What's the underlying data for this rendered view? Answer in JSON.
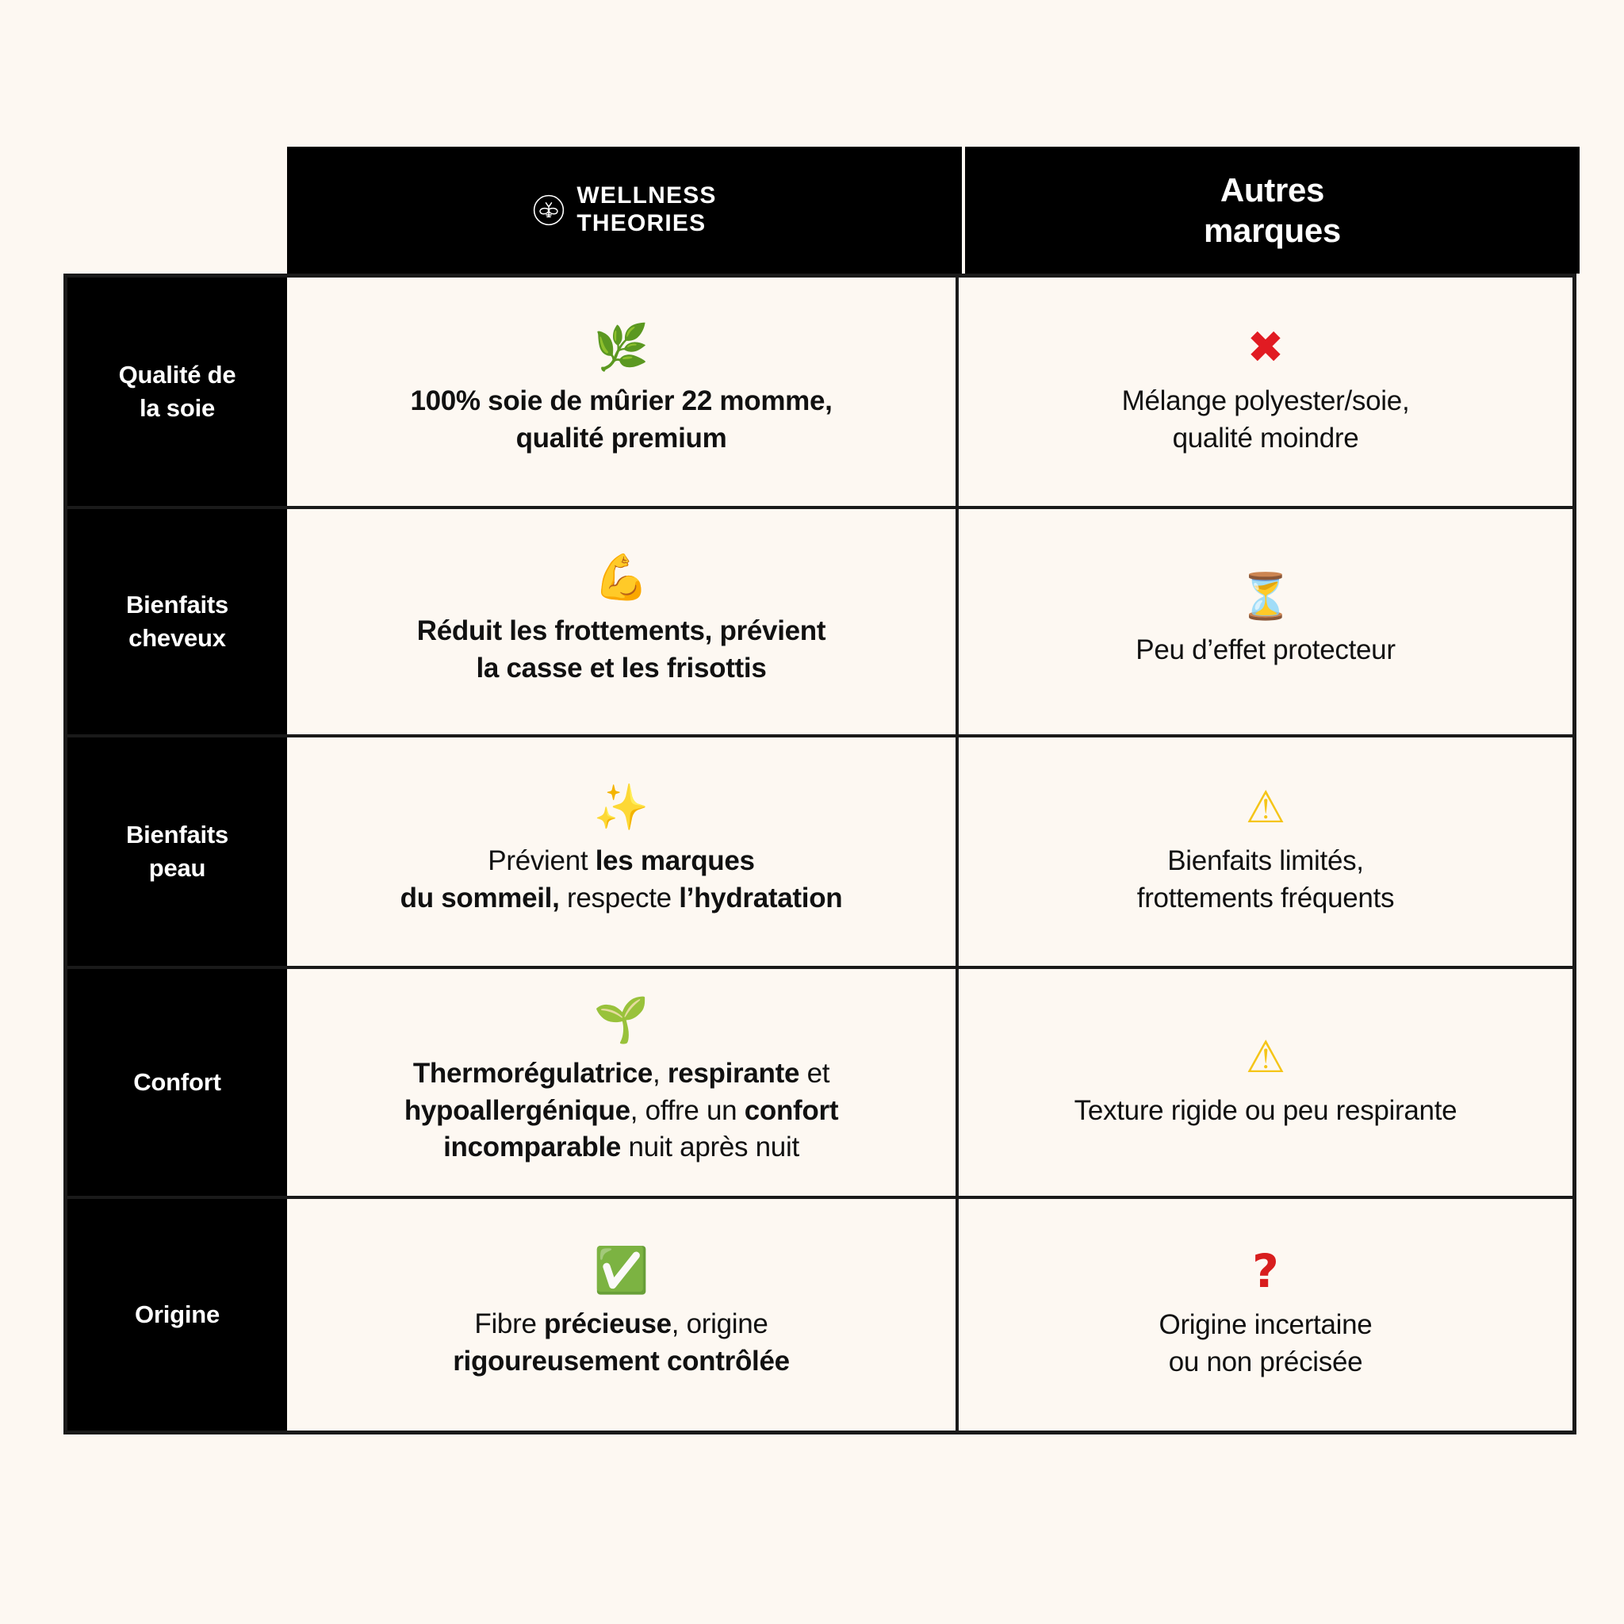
{
  "page": {
    "background_color": "#FDF8F2",
    "accent_black": "#000000",
    "border_color": "#1A1A1A",
    "text_color": "#111111",
    "red": "#E11B22",
    "amber": "#F5C518",
    "green": "#22A139"
  },
  "header": {
    "spacer_label": "",
    "brand": {
      "logo_icon": "bee-circle-logo-icon",
      "name": "WELLNESS\nTHEORIES"
    },
    "competitor": {
      "label": "Autres\nmarques"
    }
  },
  "rows": [
    {
      "label": "Qualité de\nla soie",
      "brand": {
        "icon": "🌿",
        "icon_name": "herb-leaf-icon",
        "text_html": "100% soie de mûrier 22 momme,<br>qualité premium",
        "text_plain": "100% soie de mûrier 22 momme, qualité premium",
        "weight": "bold"
      },
      "competitor": {
        "icon": "✖",
        "icon_name": "red-cross-mark-icon",
        "icon_style": "glyph-x",
        "text_html": "Mélange polyester/soie,<br>qualité moindre",
        "text_plain": "Mélange polyester/soie, qualité moindre",
        "weight": "regular"
      }
    },
    {
      "label": "Bienfaits\ncheveux",
      "brand": {
        "icon": "💪",
        "icon_name": "flexed-biceps-icon",
        "text_html": "Réduit les frottements, prévient<br>la casse et les frisottis",
        "text_plain": "Réduit les frottements, prévient la casse et les frisottis",
        "weight": "bold"
      },
      "competitor": {
        "icon": "⏳",
        "icon_name": "hourglass-icon",
        "icon_style": "",
        "text_html": "Peu d’effet protecteur",
        "text_plain": "Peu d’effet protecteur",
        "weight": "regular"
      }
    },
    {
      "label": "Bienfaits\npeau",
      "brand": {
        "icon": "✨",
        "icon_name": "sparkles-icon",
        "text_html": "Prévient <b>les marques</b><br><b>du sommeil,</b> respecte <b>l’hydratation</b>",
        "text_plain": "Prévient les marques du sommeil, respecte l’hydratation",
        "weight": "mixed"
      },
      "competitor": {
        "icon": "⚠",
        "icon_name": "warning-triangle-icon",
        "icon_style": "glyph-warn",
        "text_html": "Bienfaits limités,<br>frottements fréquents",
        "text_plain": "Bienfaits limités, frottements fréquents",
        "weight": "regular"
      }
    },
    {
      "label": "Confort",
      "brand": {
        "icon": "🌱",
        "icon_name": "seedling-icon",
        "text_html": "<b>Thermorégulatrice</b>, <b>respirante</b> et<br><b>hypoallergénique</b>, offre un <b>confort</b><br><b>incomparable</b> nuit après nuit",
        "text_plain": "Thermorégulatrice, respirante et hypoallergénique, offre un confort incomparable nuit après nuit",
        "weight": "mixed"
      },
      "competitor": {
        "icon": "⚠",
        "icon_name": "warning-triangle-icon",
        "icon_style": "glyph-warn",
        "text_html": "Texture rigide ou peu respirante",
        "text_plain": "Texture rigide ou peu respirante",
        "weight": "regular"
      }
    },
    {
      "label": "Origine",
      "brand": {
        "icon": "✅",
        "icon_name": "green-check-mark-icon",
        "text_html": "Fibre <b>précieuse</b>, origine<br><b>rigoureusement contrôlée</b>",
        "text_plain": "Fibre précieuse, origine rigoureusement contrôlée",
        "weight": "mixed"
      },
      "competitor": {
        "icon": "?",
        "icon_name": "red-question-mark-icon",
        "icon_style": "glyph-quest",
        "text_html": "Origine incertaine<br>ou non précisée",
        "text_plain": "Origine incertaine ou non précisée",
        "weight": "regular"
      }
    }
  ]
}
